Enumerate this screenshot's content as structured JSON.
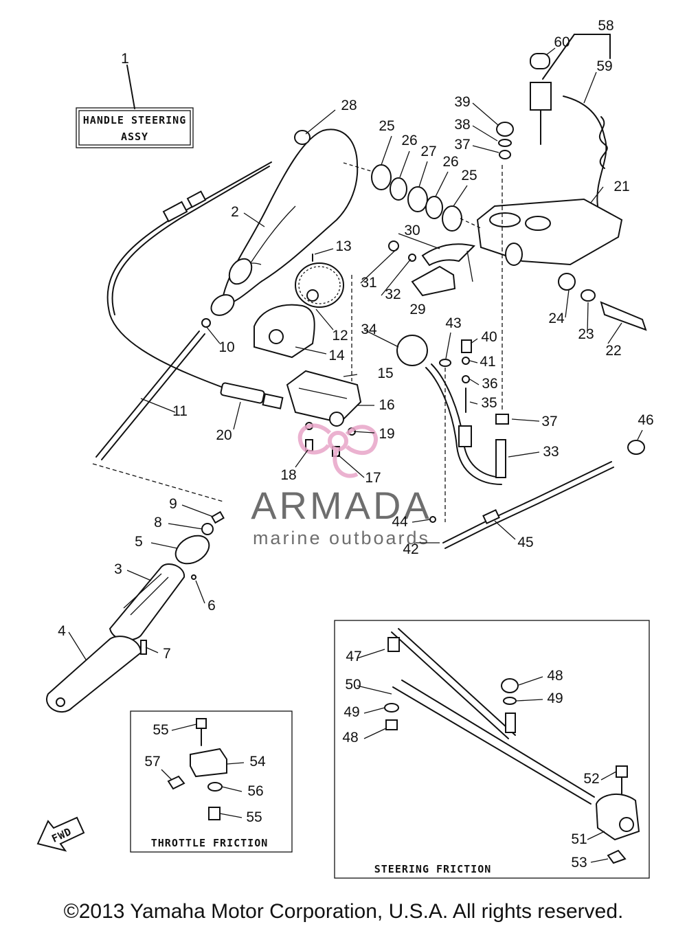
{
  "labels": {
    "handle_assy_line1": "HANDLE STEERING",
    "handle_assy_line2": "ASSY",
    "throttle_friction": "THROTTLE FRICTION",
    "steering_friction": "STEERING FRICTION",
    "fwd": "FWD"
  },
  "watermark": {
    "name": "ARMADA",
    "tagline": "marine outboards",
    "accent_color": "#e8a5c8"
  },
  "callouts": [
    {
      "id": "1",
      "text": "1"
    },
    {
      "id": "2",
      "text": "2"
    },
    {
      "id": "3",
      "text": "3"
    },
    {
      "id": "4",
      "text": "4"
    },
    {
      "id": "5",
      "text": "5"
    },
    {
      "id": "6",
      "text": "6"
    },
    {
      "id": "7",
      "text": "7"
    },
    {
      "id": "8",
      "text": "8"
    },
    {
      "id": "9",
      "text": "9"
    },
    {
      "id": "10",
      "text": "10"
    },
    {
      "id": "11",
      "text": "11"
    },
    {
      "id": "12",
      "text": "12"
    },
    {
      "id": "13",
      "text": "13"
    },
    {
      "id": "14",
      "text": "14"
    },
    {
      "id": "15",
      "text": "15"
    },
    {
      "id": "16",
      "text": "16"
    },
    {
      "id": "17",
      "text": "17"
    },
    {
      "id": "18",
      "text": "18"
    },
    {
      "id": "19",
      "text": "19"
    },
    {
      "id": "20",
      "text": "20"
    },
    {
      "id": "21",
      "text": "21"
    },
    {
      "id": "22",
      "text": "22"
    },
    {
      "id": "23",
      "text": "23"
    },
    {
      "id": "24",
      "text": "24"
    },
    {
      "id": "25a",
      "text": "25"
    },
    {
      "id": "25b",
      "text": "25"
    },
    {
      "id": "26a",
      "text": "26"
    },
    {
      "id": "26b",
      "text": "26"
    },
    {
      "id": "27",
      "text": "27"
    },
    {
      "id": "28",
      "text": "28"
    },
    {
      "id": "29",
      "text": "29"
    },
    {
      "id": "30",
      "text": "30"
    },
    {
      "id": "31",
      "text": "31"
    },
    {
      "id": "32",
      "text": "32"
    },
    {
      "id": "33",
      "text": "33"
    },
    {
      "id": "34",
      "text": "34"
    },
    {
      "id": "35",
      "text": "35"
    },
    {
      "id": "36",
      "text": "36"
    },
    {
      "id": "37a",
      "text": "37"
    },
    {
      "id": "37b",
      "text": "37"
    },
    {
      "id": "38",
      "text": "38"
    },
    {
      "id": "39",
      "text": "39"
    },
    {
      "id": "40",
      "text": "40"
    },
    {
      "id": "41",
      "text": "41"
    },
    {
      "id": "42",
      "text": "42"
    },
    {
      "id": "43",
      "text": "43"
    },
    {
      "id": "44",
      "text": "44"
    },
    {
      "id": "45",
      "text": "45"
    },
    {
      "id": "46",
      "text": "46"
    },
    {
      "id": "47",
      "text": "47"
    },
    {
      "id": "48a",
      "text": "48"
    },
    {
      "id": "48b",
      "text": "48"
    },
    {
      "id": "49a",
      "text": "49"
    },
    {
      "id": "49b",
      "text": "49"
    },
    {
      "id": "50",
      "text": "50"
    },
    {
      "id": "51",
      "text": "51"
    },
    {
      "id": "52",
      "text": "52"
    },
    {
      "id": "53",
      "text": "53"
    },
    {
      "id": "54",
      "text": "54"
    },
    {
      "id": "55a",
      "text": "55"
    },
    {
      "id": "55b",
      "text": "55"
    },
    {
      "id": "56",
      "text": "56"
    },
    {
      "id": "57",
      "text": "57"
    },
    {
      "id": "58",
      "text": "58"
    },
    {
      "id": "59",
      "text": "59"
    },
    {
      "id": "60",
      "text": "60"
    }
  ],
  "copyright": "©2013 Yamaha Motor Corporation, U.S.A. All rights reserved."
}
